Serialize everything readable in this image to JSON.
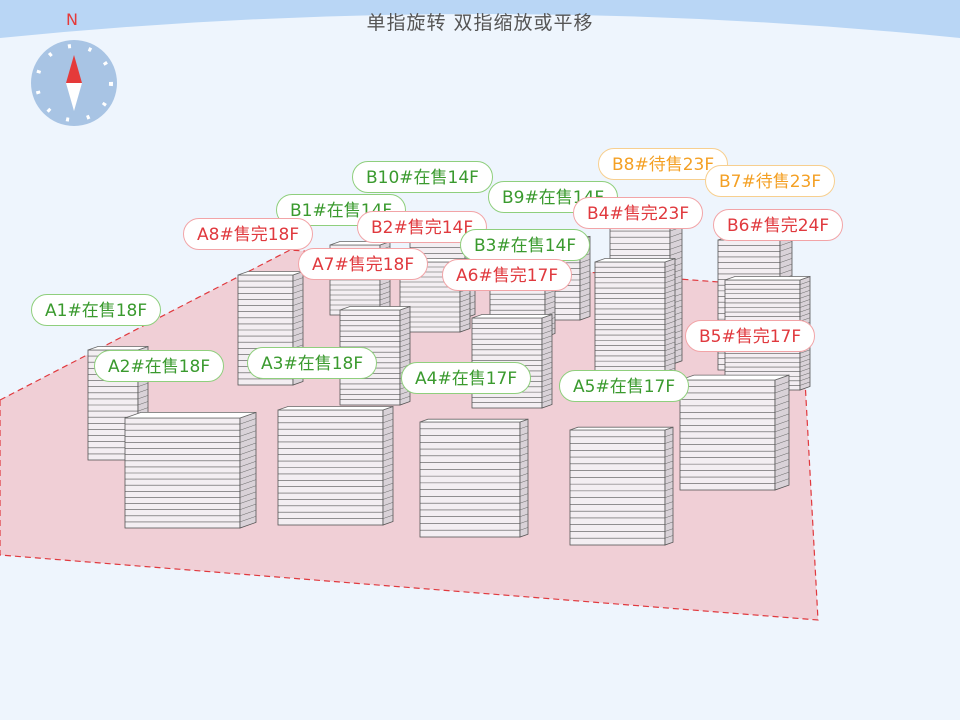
{
  "hint": "单指旋转 双指缩放或平移",
  "compass": {
    "north_label": "N",
    "icon": "compass-icon"
  },
  "colors": {
    "on_sale": "#3a9a2e",
    "sold_out": "#e0393e",
    "pending": "#f4a024",
    "site": "#f0c8cf"
  },
  "buildings": [
    {
      "id": "b10",
      "label": "B10#在售14F",
      "status": "on_sale"
    },
    {
      "id": "b8",
      "label": "B8#待售23F",
      "status": "pending"
    },
    {
      "id": "b9",
      "label": "B9#在售14F",
      "status": "on_sale"
    },
    {
      "id": "b7",
      "label": "B7#待售23F",
      "status": "pending"
    },
    {
      "id": "b1",
      "label": "B1#在售14F",
      "status": "on_sale"
    },
    {
      "id": "b4",
      "label": "B4#售完23F",
      "status": "sold_out"
    },
    {
      "id": "b2",
      "label": "B2#售完14F",
      "status": "sold_out"
    },
    {
      "id": "b6",
      "label": "B6#售完24F",
      "status": "sold_out"
    },
    {
      "id": "a8",
      "label": "A8#售完18F",
      "status": "sold_out"
    },
    {
      "id": "b3",
      "label": "B3#在售14F",
      "status": "on_sale"
    },
    {
      "id": "a7",
      "label": "A7#售完18F",
      "status": "sold_out"
    },
    {
      "id": "a6",
      "label": "A6#售完17F",
      "status": "sold_out"
    },
    {
      "id": "a1",
      "label": "A1#在售18F",
      "status": "on_sale"
    },
    {
      "id": "b5",
      "label": "B5#售完17F",
      "status": "sold_out"
    },
    {
      "id": "a2",
      "label": "A2#在售18F",
      "status": "on_sale"
    },
    {
      "id": "a3",
      "label": "A3#在售18F",
      "status": "on_sale"
    },
    {
      "id": "a4",
      "label": "A4#在售17F",
      "status": "on_sale"
    },
    {
      "id": "a5",
      "label": "A5#在售17F",
      "status": "on_sale"
    }
  ]
}
